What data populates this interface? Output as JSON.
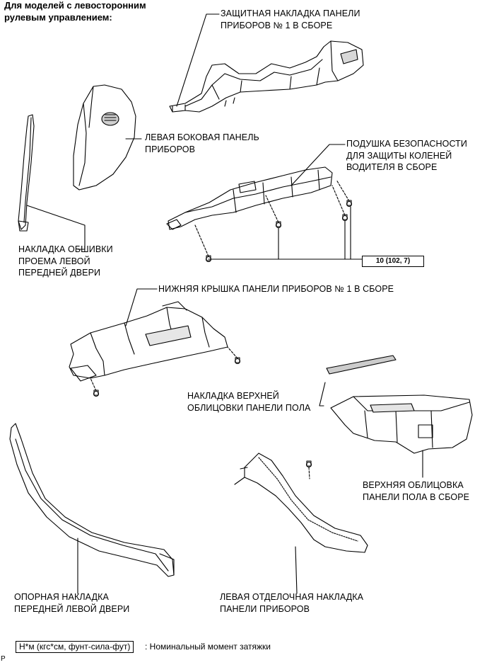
{
  "header": {
    "line1": "Для моделей с левосторонним",
    "line2": "рулевым управлением:"
  },
  "labels": {
    "panel_cover_1": [
      "ЗАЩИТНАЯ НАКЛАДКА ПАНЕЛИ",
      "ПРИБОРОВ № 1 В СБОРЕ"
    ],
    "left_side_panel": [
      "ЛЕВАЯ БОКОВАЯ ПАНЕЛЬ",
      "ПРИБОРОВ"
    ],
    "knee_airbag": [
      "ПОДУШКА БЕЗОПАСНОСТИ",
      "ДЛЯ ЗАЩИТЫ КОЛЕНЕЙ",
      "ВОДИТЕЛЯ В СБОРЕ"
    ],
    "door_opening_trim": [
      "НАКЛАДКА ОБШИВКИ",
      "ПРОЕМА ЛЕВОЙ",
      "ПЕРЕДНЕЙ ДВЕРИ"
    ],
    "lower_cover_1": [
      "НИЖНЯЯ КРЫШКА ПАНЕЛИ ПРИБОРОВ № 1 В СБОРЕ"
    ],
    "floor_upper_trim_cover": [
      "НАКЛАДКА ВЕРХНЕЙ",
      "ОБЛИЦОВКИ ПАНЕЛИ ПОЛА"
    ],
    "floor_upper_trim": [
      "ВЕРХНЯЯ ОБЛИЦОВКА",
      "ПАНЕЛИ ПОЛА В СБОРЕ"
    ],
    "front_left_scuff": [
      "ОПОРНАЯ НАКЛАДКА",
      "ПЕРЕДНЕЙ ЛЕВОЙ ДВЕРИ"
    ],
    "left_finish_trim": [
      "ЛЕВАЯ ОТДЕЛОЧНАЯ НАКЛАДКА",
      "ПАНЕЛИ ПРИБОРОВ"
    ]
  },
  "torque": "10 (102, 7)",
  "legend": {
    "box": "Н*м (кгс*см, фунт-сила-фут)",
    "text": ": Номинальный момент затяжки"
  },
  "corner_mark": "P"
}
